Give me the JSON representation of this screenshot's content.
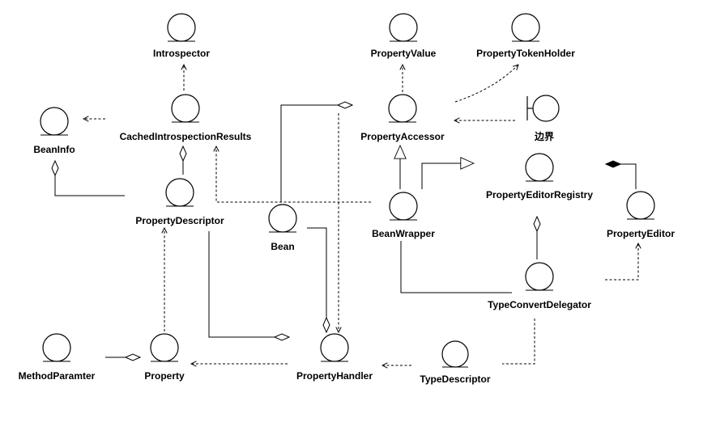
{
  "nodes": {
    "introspector": {
      "label": "Introspector",
      "kind": "entity"
    },
    "property_value": {
      "label": "PropertyValue",
      "kind": "entity"
    },
    "property_token_holder": {
      "label": "PropertyTokenHolder",
      "kind": "entity"
    },
    "bean_info": {
      "label": "BeanInfo",
      "kind": "entity"
    },
    "cached_introspection_results": {
      "label": "CachedIntrospectionResults",
      "kind": "entity"
    },
    "property_accessor": {
      "label": "PropertyAccessor",
      "kind": "entity"
    },
    "boundary": {
      "label": "边界",
      "kind": "boundary"
    },
    "property_descriptor": {
      "label": "PropertyDescriptor",
      "kind": "entity"
    },
    "bean": {
      "label": "Bean",
      "kind": "entity"
    },
    "bean_wrapper": {
      "label": "BeanWrapper",
      "kind": "entity"
    },
    "property_editor_registry": {
      "label": "PropertyEditorRegistry",
      "kind": "entity"
    },
    "property_editor": {
      "label": "PropertyEditor",
      "kind": "entity"
    },
    "type_convert_delegator": {
      "label": "TypeConvertDelegator",
      "kind": "entity"
    },
    "method_paramter": {
      "label": "MethodParamter",
      "kind": "entity"
    },
    "property": {
      "label": "Property",
      "kind": "entity"
    },
    "property_handler": {
      "label": "PropertyHandler",
      "kind": "entity"
    },
    "type_descriptor": {
      "label": "TypeDescriptor",
      "kind": "entity"
    }
  },
  "edges": [
    {
      "from": "cached_introspection_results",
      "to": "introspector",
      "type": "dependency"
    },
    {
      "from": "cached_introspection_results",
      "to": "bean_info",
      "type": "dependency"
    },
    {
      "from": "property_descriptor",
      "to": "cached_introspection_results",
      "type": "aggregation"
    },
    {
      "from": "property_descriptor",
      "to": "bean_info",
      "type": "aggregation"
    },
    {
      "from": "property_accessor",
      "to": "property_value",
      "type": "dependency"
    },
    {
      "from": "property_accessor",
      "to": "property_token_holder",
      "type": "dependency"
    },
    {
      "from": "boundary",
      "to": "property_accessor",
      "type": "dependency"
    },
    {
      "from": "bean",
      "to": "property_accessor",
      "type": "aggregation"
    },
    {
      "from": "bean_wrapper",
      "to": "property_accessor",
      "type": "generalization"
    },
    {
      "from": "bean_wrapper",
      "to": "property_editor_registry",
      "type": "generalization"
    },
    {
      "from": "property_editor",
      "to": "property_editor_registry",
      "type": "composition"
    },
    {
      "from": "type_convert_delegator",
      "to": "property_editor_registry",
      "type": "aggregation"
    },
    {
      "from": "type_convert_delegator",
      "to": "property_editor",
      "type": "dependency"
    },
    {
      "from": "type_convert_delegator",
      "to": "bean_wrapper",
      "type": "association"
    },
    {
      "from": "type_convert_delegator",
      "to": "type_descriptor",
      "type": "dependency"
    },
    {
      "from": "bean_wrapper",
      "to": "cached_introspection_results",
      "type": "dependency"
    },
    {
      "from": "property_accessor",
      "to": "property_handler",
      "type": "dependency"
    },
    {
      "from": "bean",
      "to": "property_handler",
      "type": "aggregation"
    },
    {
      "from": "property_descriptor",
      "to": "property_handler",
      "type": "aggregation"
    },
    {
      "from": "property",
      "to": "property_descriptor",
      "type": "dependency"
    },
    {
      "from": "property_handler",
      "to": "property",
      "type": "dependency"
    },
    {
      "from": "method_paramter",
      "to": "property",
      "type": "aggregation"
    },
    {
      "from": "type_descriptor",
      "to": "property_handler",
      "type": "dependency"
    }
  ]
}
